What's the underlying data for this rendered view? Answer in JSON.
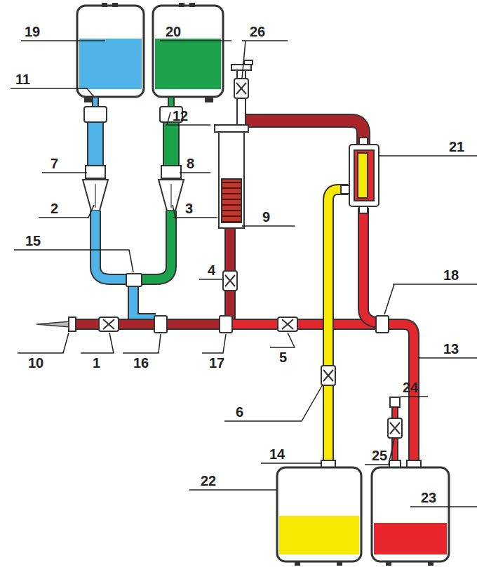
{
  "diagram": {
    "labels": [
      "19",
      "20",
      "26",
      "11",
      "12",
      "7",
      "8",
      "21",
      "2",
      "3",
      "9",
      "15",
      "4",
      "18",
      "10",
      "1",
      "16",
      "17",
      "5",
      "13",
      "6",
      "24",
      "14",
      "25",
      "22",
      "23"
    ]
  }
}
